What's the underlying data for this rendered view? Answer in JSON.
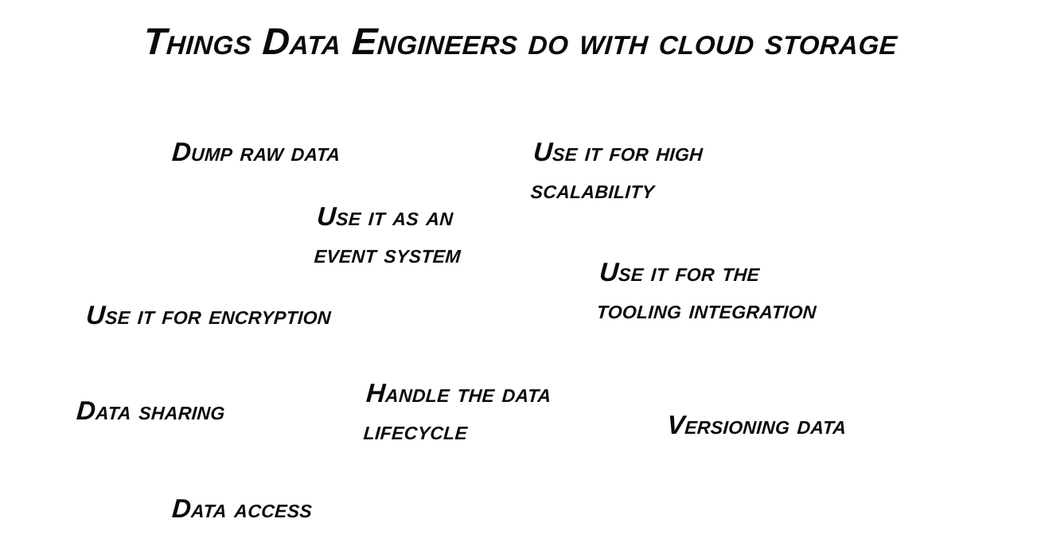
{
  "title": "Things Data Engineers do with cloud storage",
  "items": [
    "Dump raw data",
    "Use it for high\nscalability",
    "Use it as an\nevent system",
    "Use it for the\ntooling integration",
    "Use it for encryption",
    "Handle the data\nlifecycle",
    "Data sharing",
    "Versioning data",
    "Data access"
  ],
  "colors": {
    "background": "#ffffff",
    "text": "#0a0a0a"
  }
}
